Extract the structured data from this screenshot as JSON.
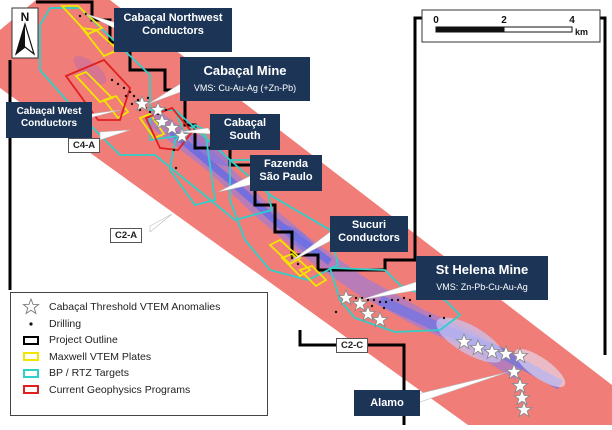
{
  "scale_bar": {
    "ticks": [
      "0",
      "2",
      "4"
    ],
    "unit": "km"
  },
  "north_arrow": {
    "label": "N"
  },
  "callouts": {
    "northwest": "Cabaçal Northwest Conductors",
    "mine_title": "Cabaçal Mine",
    "mine_sub": "VMS: Cu-Au-Ag (+Zn-Pb)",
    "west": "Cabaçal West Conductors",
    "south": "Cabaçal South",
    "fazenda": "Fazenda São Paulo",
    "sucuri": "Sucuri Conductors",
    "sthelena_title": "St Helena Mine",
    "sthelena_sub": "VMS: Zn-Pb-Cu-Au-Ag",
    "alamo": "Alamo"
  },
  "target_labels": {
    "c4a": "C4-A",
    "c2a": "C2-A",
    "c2c": "C2-C"
  },
  "legend": {
    "items": [
      {
        "label": "Cabaçal Threshold VTEM Anomalies",
        "symbol": "star-icon"
      },
      {
        "label": "Drilling",
        "symbol": "dot-icon"
      },
      {
        "label": "Project Outline",
        "symbol": "box",
        "color": "#000000"
      },
      {
        "label": "Maxwell VTEM Plates",
        "symbol": "box",
        "color": "#f2e600"
      },
      {
        "label": "BP / RTZ Targets",
        "symbol": "box",
        "color": "#2fd0c8"
      },
      {
        "label": "Current Geophysics Programs",
        "symbol": "box",
        "color": "#e02020"
      }
    ]
  },
  "colors": {
    "project_outline": "#000000",
    "maxwell_plates": "#f2e600",
    "bp_rtz_targets": "#2fd0c8",
    "geophysics_programs": "#e02020",
    "callout_bg": "#1c3557",
    "anomaly_fill": "#f07d78",
    "conductive_axis": "#7070e8"
  }
}
